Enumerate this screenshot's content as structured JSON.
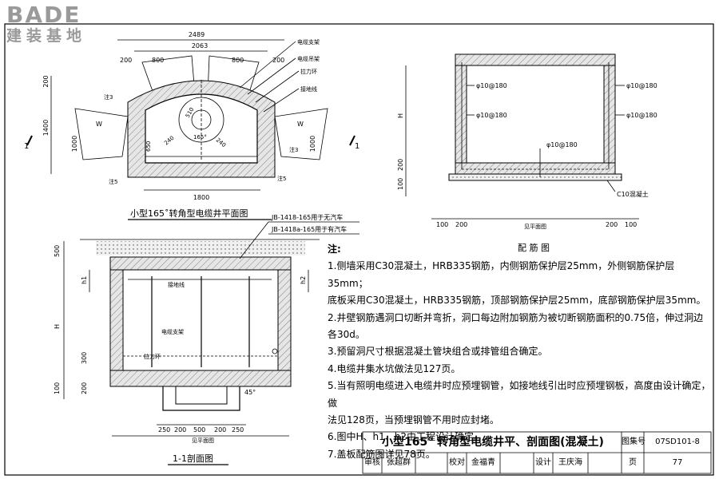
{
  "logo": {
    "brand": "BADE",
    "tagline": "建装基地"
  },
  "plan": {
    "title": "小型165˚转角型电缆井平面图",
    "dims": {
      "top_overall": "2489",
      "top_inner": "2063",
      "left_200": "200",
      "right_200": "200",
      "pipe_800_left": "800",
      "pipe_800_right": "800",
      "bottom": "1800",
      "left_1400": "1400",
      "left_1000": "1000",
      "right_1000": "1000",
      "left_200b": "200",
      "d650": "650",
      "d240a": "240",
      "d240b": "240",
      "d510": "510",
      "angle": "165°",
      "w_left": "W",
      "w_right": "W"
    },
    "labels": {
      "cable_bracket": "电缆支架",
      "cable_hanger": "电缆吊架",
      "pull_ring": "拉力环",
      "ground_wire": "接地线",
      "note3a": "注3",
      "note3b": "注3",
      "note5a": "注5",
      "note5b": "注5",
      "section_mark_left": "1",
      "section_mark_right": "1"
    }
  },
  "rebar": {
    "title": "配  筋  图",
    "rebar_labels": [
      "φ10@180",
      "φ10@180",
      "φ10@180",
      "φ10@180",
      "φ10@180"
    ],
    "dims": {
      "H": "H",
      "d200": "200",
      "d100": "100",
      "b100": "100",
      "b200": "200",
      "c200": "200",
      "c100": "100"
    },
    "labels": {
      "concrete": "C10混凝土",
      "see_plan": "见平面图"
    }
  },
  "section": {
    "title": "1-1剖面图",
    "refs": [
      "JB-1418-165用于无汽车",
      "JB-1418a-165用于有汽车"
    ],
    "dims": {
      "d500": "500",
      "h1": "h1",
      "h2": "h2",
      "H": "H",
      "d300": "300",
      "d100": "100",
      "d200": "200",
      "angle45": "45°",
      "bottom": [
        "250",
        "200",
        "500",
        "200",
        "250"
      ],
      "see_plan": "见平面图"
    },
    "labels": {
      "ground_wire": "接地线",
      "cable_bracket": "电缆支架",
      "pull_ring": "拉力环"
    }
  },
  "notes": {
    "header": "注:",
    "items": [
      "1.侧墙采用C30混凝土，HRB335钢筋，内侧钢筋保护层25mm，外侧钢筋保护层35mm；",
      "   底板采用C30混凝土，HRB335钢筋，顶部钢筋保护层25mm，底部钢筋保护层35mm。",
      "2.井壁钢筋遇洞口切断并弯折，洞口每边附加钢筋为被切断钢筋面积的0.75倍，伸过洞边各30d。",
      "3.预留洞尺寸根据混凝土管块组合或排管组合确定。",
      "4.电缆井集水坑做法见127页。",
      "5.当有照明电缆进入电缆井时应预埋钢管，如接地线引出时应预埋钢板，高度由设计确定，做",
      "   法见128页，当预埋钢管不用时应封堵。",
      "6.图中H、h1、h2由工程设计确定。",
      "7.盖板配筋图详见78页。"
    ]
  },
  "titleblock": {
    "drawing_title": "小型165°  转角型电缆井平、剖面图(混凝土)",
    "atlas_label": "图集号",
    "atlas_no": "07SD101-8",
    "review_label": "审核",
    "reviewer": "张超群",
    "check_label": "校对",
    "checker": "金福青",
    "design_label": "设计",
    "designer": "王庆海",
    "page_label": "页",
    "page_no": "77"
  },
  "colors": {
    "line": "#000000",
    "logo": "#9a9a9a",
    "background": "#ffffff"
  }
}
